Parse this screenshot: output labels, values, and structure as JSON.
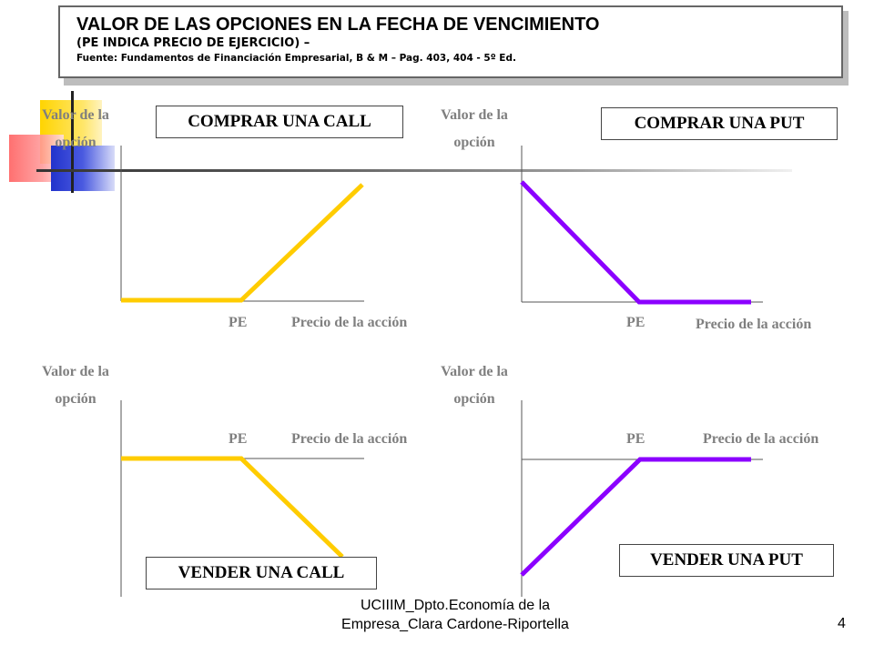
{
  "title": {
    "main": "VALOR DE LAS OPCIONES EN LA FECHA DE VENCIMIENTO",
    "subtitle": "(PE INDICA PRECIO DE EJERCICIO) –",
    "source": "Fuente: Fundamentos de Financiación Empresarial, B & M – Pag. 403, 404 - 5º Ed."
  },
  "axis_labels": {
    "y_line1": "Valor de la",
    "y_line2": "opción",
    "x": "Precio de la acción",
    "strike": "PE"
  },
  "panels": [
    {
      "id": "buy-call",
      "label": "COMPRAR UNA CALL",
      "payoff": "flat at zero, then rising after PE",
      "color": "#ffcc00"
    },
    {
      "id": "buy-put",
      "label": "COMPRAR UNA PUT",
      "payoff": "falling until PE, then flat at zero",
      "color": "#8b00ff"
    },
    {
      "id": "sell-call",
      "label": "VENDER UNA CALL",
      "payoff": "flat at zero, then falling after PE",
      "color": "#ffcc00"
    },
    {
      "id": "sell-put",
      "label": "VENDER UNA PUT",
      "payoff": "rising until PE, then flat at zero",
      "color": "#8b00ff"
    }
  ],
  "footer": {
    "line1": "UCIIIM_Dpto.Economía de la",
    "line2": "Empresa_Clara Cardone-Riportella",
    "page_number": "4"
  },
  "colors": {
    "call_line": "#ffcc00",
    "put_line": "#8b00ff",
    "axis": "#555555",
    "label_gray": "#7f7f7f"
  }
}
